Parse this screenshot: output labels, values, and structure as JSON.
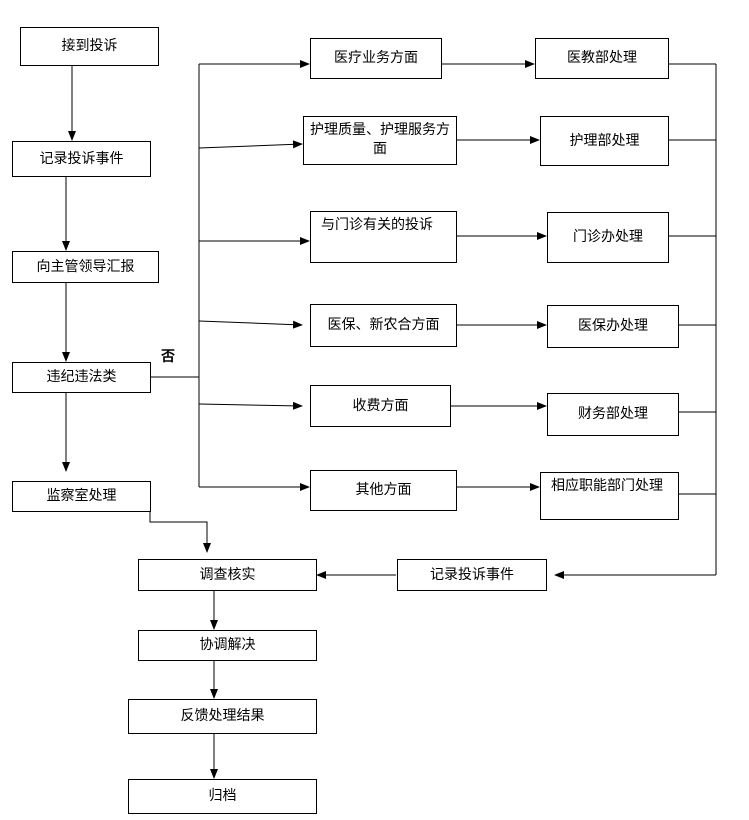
{
  "nodes": {
    "receive": "接到投诉",
    "record1": "记录投诉事件",
    "report": "向主管领导汇报",
    "violation": "违纪违法类",
    "supervision": "监察室处理",
    "medical": "医疗业务方面",
    "medical_dept": "医教部处理",
    "nursing": "护理质量、护理服务方面",
    "nursing_dept": "护理部处理",
    "outpatient": "与门诊有关的投诉",
    "outpatient_dept": "门诊办处理",
    "insurance": "医保、新农合方面",
    "insurance_dept": "医保办处理",
    "fees": "收费方面",
    "finance_dept": "财务部处理",
    "other": "其他方面",
    "other_dept": "相应职能部门处理",
    "record2": "记录投诉事件",
    "investigate": "调查核实",
    "resolve": "协调解决",
    "feedback": "反馈处理结果",
    "archive": "归档"
  },
  "labels": {
    "no": "否"
  }
}
